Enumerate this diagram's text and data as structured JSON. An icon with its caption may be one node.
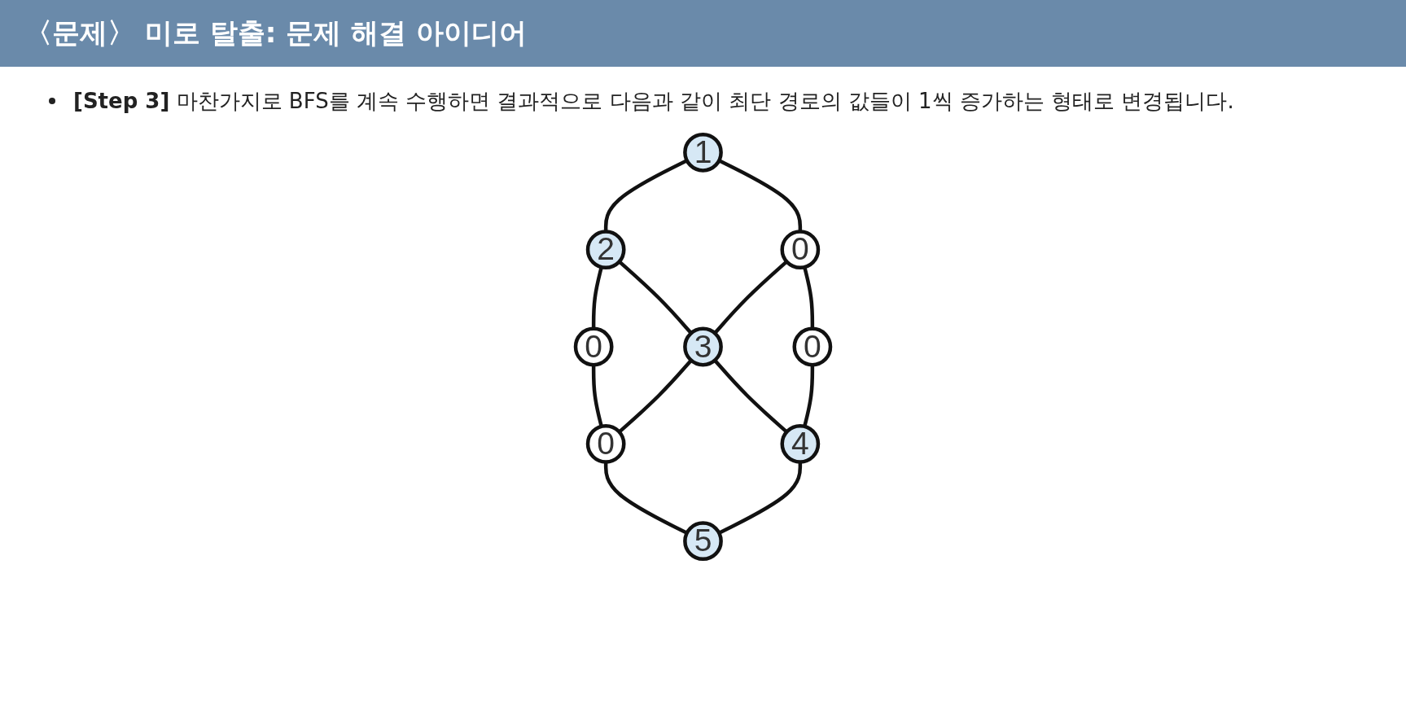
{
  "diagram": {
    "title": "〈문제〉 미로 탈출: 문제 해결 아이디어",
    "nodes": [
      {
        "text": [
          "1"
        ]
      },
      {
        "text": [
          "2"
        ]
      },
      {
        "text": [
          "0"
        ]
      },
      {
        "text": [
          "0"
        ]
      },
      {
        "text": [
          "3"
        ]
      },
      {
        "text": [
          "0"
        ]
      },
      {
        "text": [
          "0"
        ]
      },
      {
        "text": [
          "4"
        ]
      },
      {
        "text": [
          "5"
        ]
      }
    ],
    "edges": [
      {
        "from": 0,
        "to": 1,
        "arrow": "none"
      },
      {
        "from": 1,
        "to": 2,
        "arrow": "none"
      },
      {
        "from": 0,
        "to": 3,
        "arrow": "none"
      },
      {
        "from": 1,
        "to": 4,
        "arrow": "none"
      },
      {
        "from": 2,
        "to": 5,
        "arrow": "none"
      },
      {
        "from": 3,
        "to": 4,
        "arrow": "none"
      },
      {
        "from": 4,
        "to": 5,
        "arrow": "none"
      },
      {
        "from": 3,
        "to": 6,
        "arrow": "none"
      },
      {
        "from": 4,
        "to": 7,
        "arrow": "none"
      },
      {
        "from": 5,
        "to": 8,
        "arrow": "none"
      },
      {
        "from": 6,
        "to": 7,
        "arrow": "none"
      },
      {
        "from": 7,
        "to": 8,
        "arrow": "none"
      }
    ],
    "labels": [
      "**[Step 3]** 마찬가지로 BFS를 계속 수행하면 결과적으로 다음과 같이 최단 경로의 값들이 1씩 증가하는 형태로 변경됩니다."
    ]
  }
}
